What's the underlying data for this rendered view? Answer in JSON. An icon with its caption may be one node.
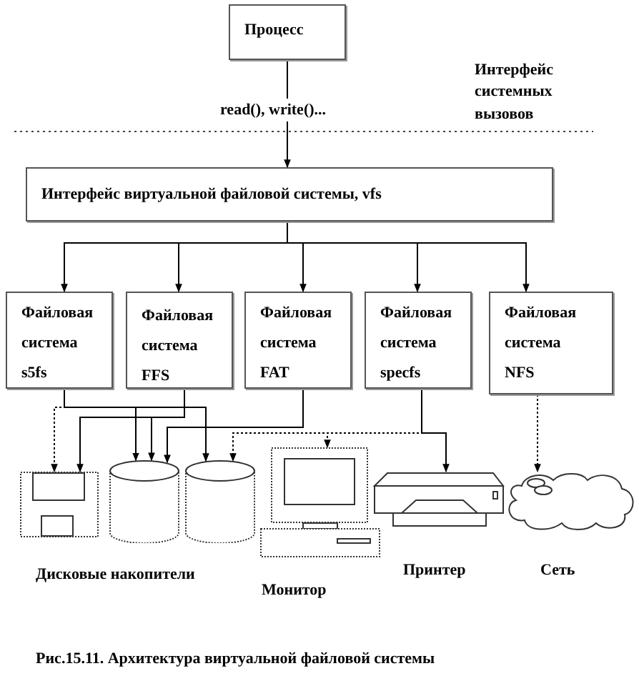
{
  "diagram": {
    "caption": "Рис.15.11.  Архитектура  виртуальной  файловой системы",
    "nodes": [
      {
        "text": [
          "Процесс"
        ]
      },
      {
        "text": [
          "Интерфейс виртуальной файловой системы, vfs"
        ]
      },
      {
        "text": [
          "Файловая система s5fs"
        ]
      },
      {
        "text": [
          "Файловая система FFS"
        ]
      },
      {
        "text": [
          "Файловая система FAT"
        ]
      },
      {
        "text": [
          "Файловая система specfs"
        ]
      },
      {
        "text": [
          "Файловая система NFS"
        ]
      },
      {
        "text": [],
        "shape": "picture"
      },
      {
        "text": [],
        "shape": "cylinder"
      },
      {
        "text": [],
        "shape": "cylinder"
      },
      {
        "text": [],
        "shape": "picture",
        "beside": [
          "Монитор"
        ]
      },
      {
        "text": [],
        "shape": "picture",
        "beside": [
          "Принтер"
        ]
      },
      {
        "text": [],
        "shape": "cloud",
        "beside": [
          "Сеть"
        ]
      }
    ],
    "edges": [
      {
        "from": 0,
        "to": 1,
        "arrow": "to",
        "label": "read(), write()..."
      },
      {
        "from": 1,
        "to": 2,
        "arrow": "to"
      },
      {
        "from": 1,
        "to": 3,
        "arrow": "to"
      },
      {
        "from": 1,
        "to": 4,
        "arrow": "to"
      },
      {
        "from": 1,
        "to": 5,
        "arrow": "to"
      },
      {
        "from": 1,
        "to": 6,
        "arrow": "to"
      },
      {
        "from": 2,
        "to": 7,
        "arrow": "to",
        "style": "dashed"
      },
      {
        "from": 2,
        "to": 8,
        "arrow": "to"
      },
      {
        "from": 2,
        "to": 9,
        "arrow": "to"
      },
      {
        "from": 3,
        "to": 7,
        "arrow": "to"
      },
      {
        "from": 3,
        "to": 8,
        "arrow": "to"
      },
      {
        "from": 4,
        "to": 8,
        "arrow": "to"
      },
      {
        "from": 5,
        "to": 9,
        "arrow": "to",
        "style": "dashed"
      },
      {
        "from": 5,
        "to": 10,
        "arrow": "to",
        "style": "dashed"
      },
      {
        "from": 5,
        "to": 11,
        "arrow": "to"
      },
      {
        "from": 6,
        "to": 12,
        "arrow": "to",
        "style": "dashed"
      }
    ],
    "labels": [
      "Интерфейс системных вызовов",
      "Дисковые накопители"
    ]
  }
}
